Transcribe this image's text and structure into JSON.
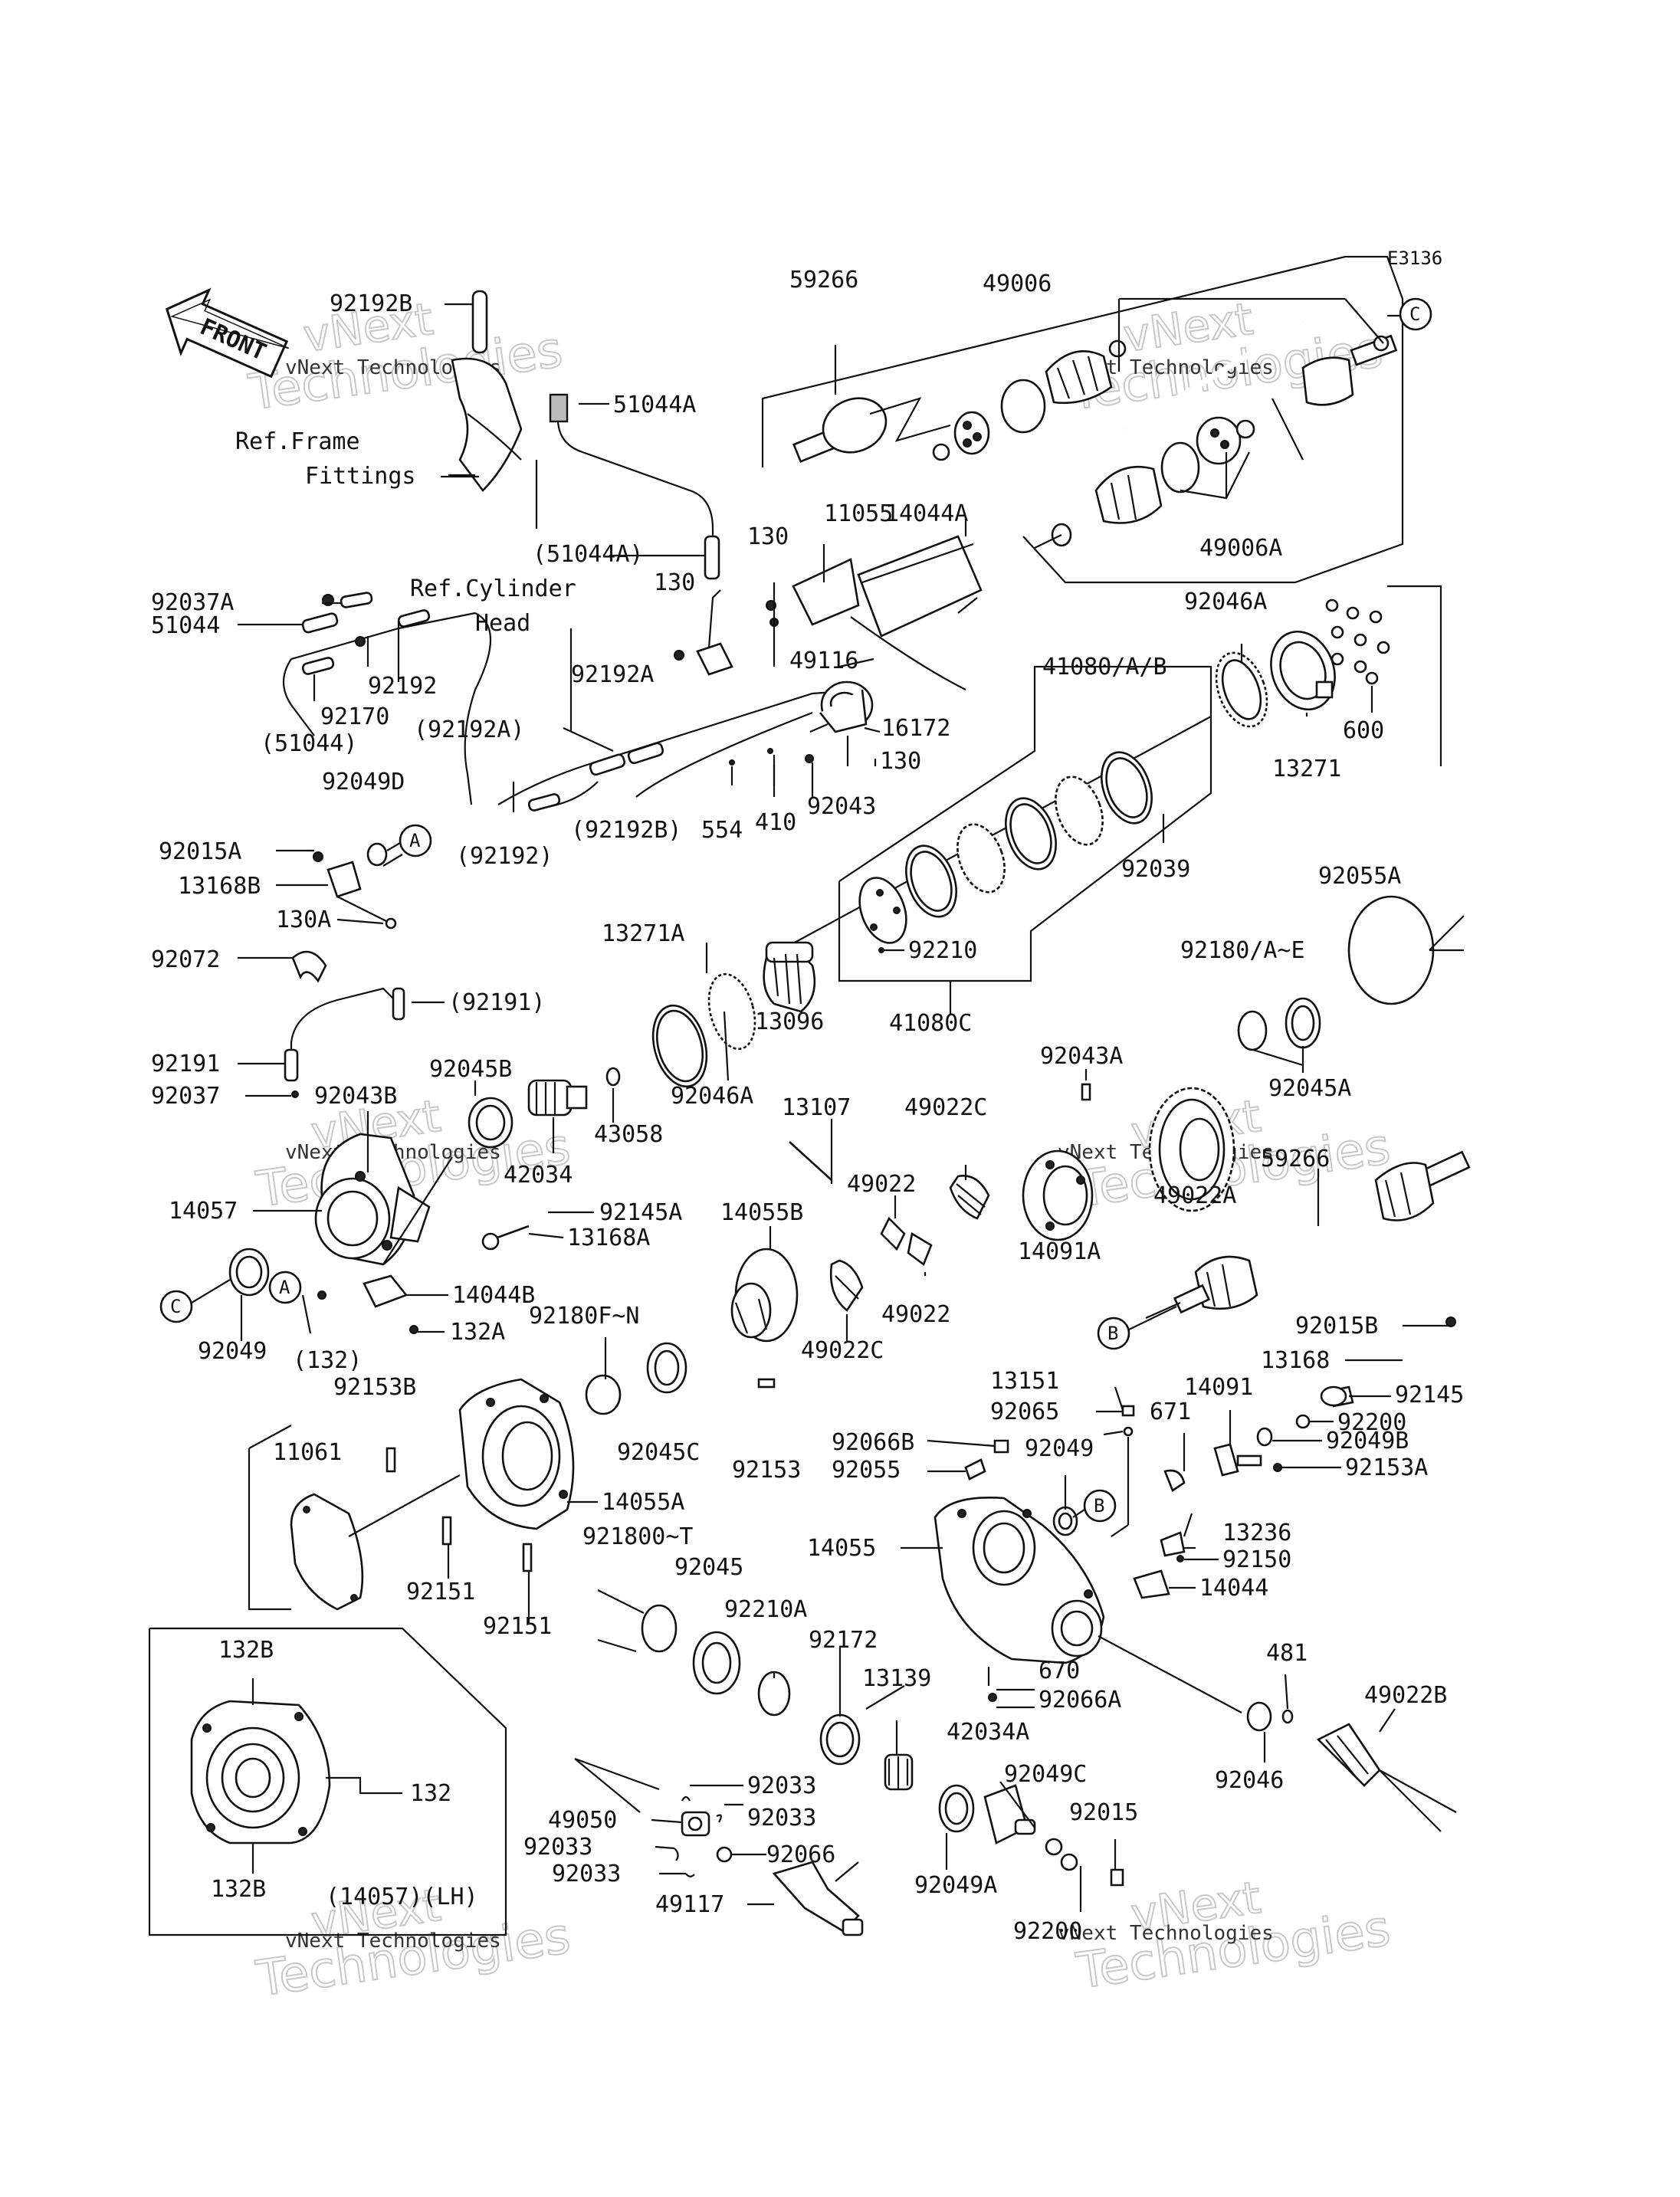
{
  "diagram_code": "E3136",
  "arrow_label": "FRONT",
  "watermark": {
    "line1": "vNext",
    "line2": "Technologies",
    "caption": "vNext Technologies"
  },
  "references": {
    "frame_fittings_1": "Ref.Frame",
    "frame_fittings_2": "Fittings",
    "cylinder_head_1": "Ref.Cylinder",
    "cylinder_head_2": "Head"
  },
  "callouts": [
    "A",
    "B",
    "C"
  ],
  "parts": {
    "p59266_top": "59266",
    "p49006": "49006",
    "p49006A": "49006A",
    "p92192B": "92192B",
    "p51044A": "51044A",
    "p51044A_paren": "(51044A)",
    "p130a": "130",
    "p11055": "11055",
    "p14044A": "14044A",
    "p130b": "130",
    "p92037A": "92037A",
    "p51044": "51044",
    "p92192": "92192",
    "p92170": "92170",
    "p51044_paren": "(51044)",
    "p92192A": "92192A",
    "p92192A_paren": "(92192A)",
    "p49116": "49116",
    "p16172": "16172",
    "p130c": "130",
    "p92043": "92043",
    "p410": "410",
    "p554": "554",
    "p92192B_paren": "(92192B)",
    "p92192_paren": "(92192)",
    "p92046A_top": "92046A",
    "p41080AB": "41080/A/B",
    "p13271": "13271",
    "p600": "600",
    "p92039": "92039",
    "p92049D": "92049D",
    "p92015A": "92015A",
    "p13168B": "13168B",
    "p130A": "130A",
    "p92072": "92072",
    "p92191_paren": "(92191)",
    "p92191": "92191",
    "p92037": "92037",
    "p13271A": "13271A",
    "p92210": "92210",
    "p92055A": "92055A",
    "p92180AE": "92180/A~E",
    "p13096": "13096",
    "p41080C": "41080C",
    "p92045B": "92045B",
    "p92043B": "92043B",
    "p42034": "42034",
    "p43058": "43058",
    "p92046A": "92046A",
    "p92043A": "92043A",
    "p92045A": "92045A",
    "p13107": "13107",
    "p49022C_top": "49022C",
    "p49022_a": "49022",
    "p49022A": "49022A",
    "p59266_right": "59266",
    "p14057": "14057",
    "p92145A": "92145A",
    "p13168A": "13168A",
    "p14055B": "14055B",
    "p14091A": "14091A",
    "p14044B": "14044B",
    "p132A": "132A",
    "p132_paren": "(132)",
    "p92049_left": "92049",
    "p49022_b": "49022",
    "p49022C": "49022C",
    "p92180FN": "92180F~N",
    "p92153B": "92153B",
    "p92015B": "92015B",
    "p13168": "13168",
    "p92145": "92145",
    "p13151": "13151",
    "p14091": "14091",
    "p92065": "92065",
    "p671": "671",
    "p92200_right": "92200",
    "p92049B": "92049B",
    "p92153A": "92153A",
    "p11061": "11061",
    "p92045C": "92045C",
    "p92153": "92153",
    "p92066B": "92066B",
    "p92055": "92055",
    "p92049_mid": "92049",
    "p14055A": "14055A",
    "p92180OT": "921800~T",
    "p14055": "14055",
    "p13236": "13236",
    "p92150": "92150",
    "p14044": "14044",
    "p92151_a": "92151",
    "p92151_b": "92151",
    "p92045": "92045",
    "p92210A": "92210A",
    "p92172": "92172",
    "p670": "670",
    "p92066A": "92066A",
    "p481": "481",
    "p49022B": "49022B",
    "p13139": "13139",
    "p132B_top": "132B",
    "p132": "132",
    "p132B_bottom": "132B",
    "p14057LH": "(14057)(LH)",
    "p42034A": "42034A",
    "p92046": "92046",
    "p92033_a": "92033",
    "p92033_b": "92033",
    "p49050": "49050",
    "p92033_c": "92033",
    "p92049C": "92049C",
    "p92015": "92015",
    "p92066": "92066",
    "p92033_d": "92033",
    "p92049A": "92049A",
    "p49117": "49117",
    "p92200_bottom": "92200"
  }
}
